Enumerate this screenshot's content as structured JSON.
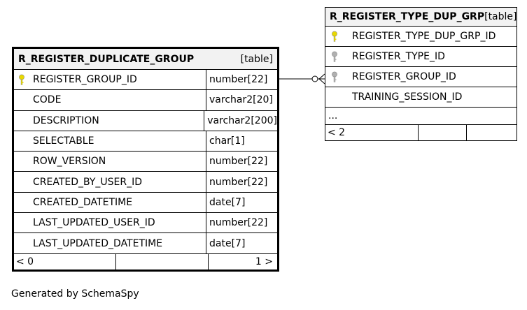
{
  "tables": {
    "main": {
      "name": "R_REGISTER_DUPLICATE_GROUP",
      "kind": "[table]",
      "columns": [
        {
          "name": "REGISTER_GROUP_ID",
          "type": "number[22]",
          "key": "primary"
        },
        {
          "name": "CODE",
          "type": "varchar2[20]",
          "key": ""
        },
        {
          "name": "DESCRIPTION",
          "type": "varchar2[200]",
          "key": ""
        },
        {
          "name": "SELECTABLE",
          "type": "char[1]",
          "key": ""
        },
        {
          "name": "ROW_VERSION",
          "type": "number[22]",
          "key": ""
        },
        {
          "name": "CREATED_BY_USER_ID",
          "type": "number[22]",
          "key": ""
        },
        {
          "name": "CREATED_DATETIME",
          "type": "date[7]",
          "key": ""
        },
        {
          "name": "LAST_UPDATED_USER_ID",
          "type": "number[22]",
          "key": ""
        },
        {
          "name": "LAST_UPDATED_DATETIME",
          "type": "date[7]",
          "key": ""
        }
      ],
      "footer": {
        "left": "< 0",
        "right": "1 >"
      }
    },
    "side": {
      "name": "R_REGISTER_TYPE_DUP_GRP",
      "kind": "[table]",
      "columns": [
        {
          "name": "REGISTER_TYPE_DUP_GRP_ID",
          "key": "primary"
        },
        {
          "name": "REGISTER_TYPE_ID",
          "key": "foreign"
        },
        {
          "name": "REGISTER_GROUP_ID",
          "key": "foreign"
        },
        {
          "name": "TRAINING_SESSION_ID",
          "key": ""
        }
      ],
      "ellipsis": "...",
      "footer": {
        "left": "< 2"
      }
    }
  },
  "colors": {
    "primary_key": "#e8d800",
    "foreign_key": "#b0b0b0",
    "header_bg": "#f2f2f2"
  },
  "generated_by": "Generated by SchemaSpy"
}
